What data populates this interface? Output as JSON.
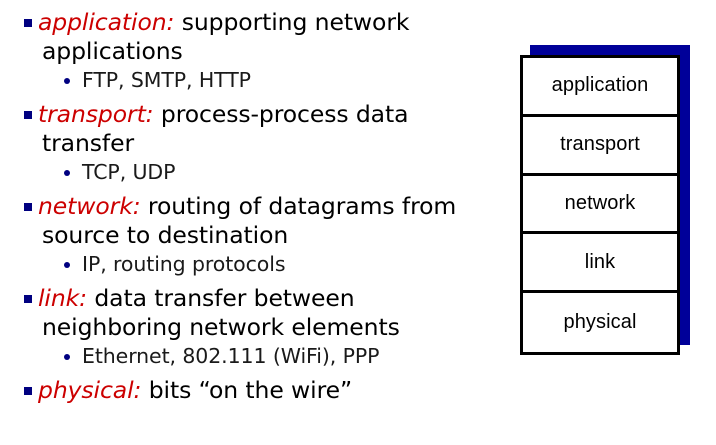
{
  "slide": {
    "background_color": "#ffffff",
    "accent_red": "#CC0000",
    "bullet_navy": "#000080",
    "shadow_blue": "#000099"
  },
  "bullets": [
    {
      "lead": "application:",
      "body": " supporting network applications",
      "sub": "FTP, SMTP, HTTP"
    },
    {
      "lead": "transport:",
      "body": " process-process data transfer",
      "sub": "TCP, UDP"
    },
    {
      "lead": "network:",
      "body": " routing of datagrams from source to destination",
      "sub": "IP, routing protocols"
    },
    {
      "lead": "link:",
      "body": " data transfer between neighboring  network elements",
      "sub": "Ethernet, 802.111 (WiFi), PPP"
    },
    {
      "lead": "physical:",
      "body": " bits “on the wire”",
      "sub": null
    }
  ],
  "protocol_stack": {
    "layers": [
      {
        "label": "application"
      },
      {
        "label": "transport"
      },
      {
        "label": "network"
      },
      {
        "label": "link"
      },
      {
        "label": "physical"
      }
    ]
  }
}
